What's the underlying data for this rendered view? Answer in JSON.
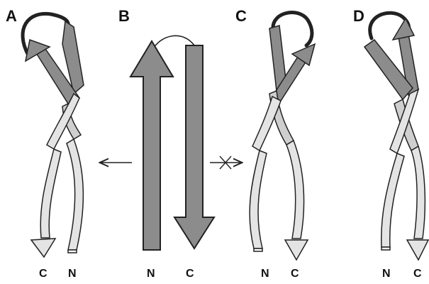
{
  "colors": {
    "dark_strand": "#8c8c8c",
    "light_strand": "#e4e4e4",
    "outline": "#222222"
  },
  "panels": {
    "a": {
      "label": "A",
      "left_terminus": "C",
      "right_terminus": "N"
    },
    "b": {
      "label": "B",
      "left_terminus": "N",
      "right_terminus": "C"
    },
    "c": {
      "label": "C",
      "left_terminus": "N",
      "right_terminus": "C"
    },
    "d": {
      "label": "D",
      "left_terminus": "N",
      "right_terminus": "C"
    }
  },
  "arrows": {
    "b_to_a": "allowed",
    "b_to_c": "blocked"
  }
}
